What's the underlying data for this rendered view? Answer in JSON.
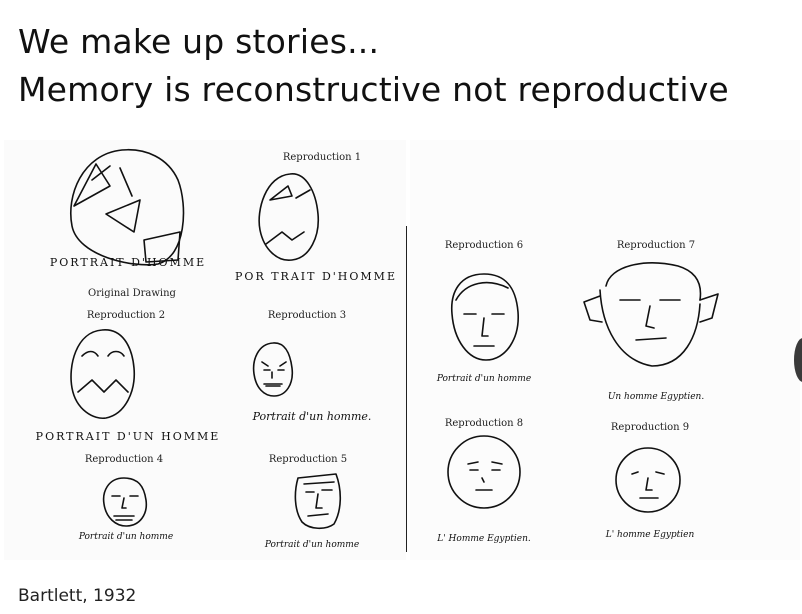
{
  "slide": {
    "title_line1": "We make up stories...",
    "title_line2": "Memory is reconstructive not reproductive",
    "citation": "Bartlett, 1932"
  },
  "figure": {
    "original_caption": "Original Drawing",
    "original_handwriting": "PORTRAIT D'HOMME",
    "reproductions": [
      {
        "label": "Reproduction 1",
        "handwriting": "POR TRAIT D'HOMME"
      },
      {
        "label": "Reproduction 2",
        "handwriting": "PORTRAIT D'UN HOMME"
      },
      {
        "label": "Reproduction 3",
        "handwriting": "Portrait d'un homme."
      },
      {
        "label": "Reproduction 4",
        "handwriting": "Portrait d'un homme"
      },
      {
        "label": "Reproduction 5",
        "handwriting": "Portrait d'un homme"
      },
      {
        "label": "Reproduction 6",
        "handwriting": "Portrait d'un homme"
      },
      {
        "label": "Reproduction 7",
        "handwriting": "Un homme Egyptien."
      },
      {
        "label": "Reproduction 8",
        "handwriting": "L' Homme Egyptien."
      },
      {
        "label": "Reproduction 9",
        "handwriting": "L' homme Egyptien"
      }
    ]
  }
}
